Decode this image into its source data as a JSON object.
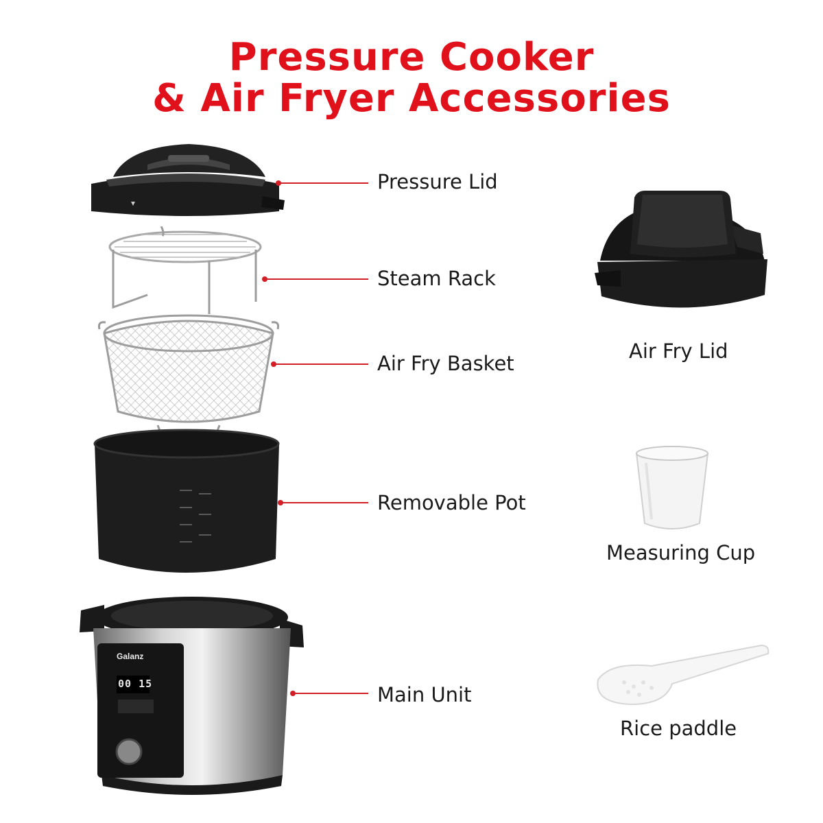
{
  "title": {
    "line1": "Pressure Cooker",
    "line2": "& Air Fryer Accessories"
  },
  "labels": {
    "pressure_lid": "Pressure Lid",
    "steam_rack": "Steam Rack",
    "air_fry_basket": "Air Fry Basket",
    "removable_pot": "Removable Pot",
    "main_unit": "Main Unit",
    "air_fry_lid": "Air Fry Lid",
    "measuring_cup": "Measuring Cup",
    "rice_paddle": "Rice paddle"
  },
  "device": {
    "brand": "Galanz",
    "display_time": "00 15"
  },
  "colors": {
    "accent": "#e1111c",
    "leader_line": "#d21f26"
  }
}
